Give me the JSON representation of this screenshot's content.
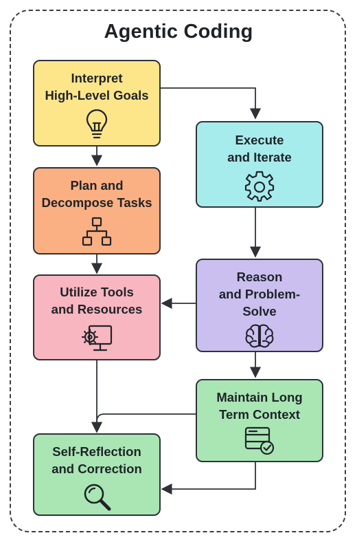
{
  "title": "Agentic Coding",
  "nodes": {
    "interpret": {
      "label_line1": "Interpret",
      "label_line2": "High-Level Goals",
      "icon": "lightbulb-icon",
      "color": "#fde68a"
    },
    "plan": {
      "label_line1": "Plan and",
      "label_line2": "Decompose Tasks",
      "icon": "hierarchy-icon",
      "color": "#fbb083"
    },
    "utilize": {
      "label_line1": "Utilize Tools",
      "label_line2": "and Resources",
      "icon": "tool-monitor-icon",
      "color": "#f8b6c0"
    },
    "reflect": {
      "label_line1": "Self-Reflection",
      "label_line2": "and Correction",
      "icon": "magnifier-icon",
      "color": "#a9e6b4"
    },
    "execute": {
      "label_line1": "Execute",
      "label_line2": "and Iterate",
      "icon": "gear-icon",
      "color": "#a7ecec"
    },
    "reason": {
      "label_line1": "Reason",
      "label_line2": "and Problem-",
      "label_line3": "Solve",
      "icon": "brain-icon",
      "color": "#cbbff0"
    },
    "maintain": {
      "label_line1": "Maintain Long",
      "label_line2": "Term Context",
      "icon": "database-check-icon",
      "color": "#a9e6b4"
    }
  }
}
